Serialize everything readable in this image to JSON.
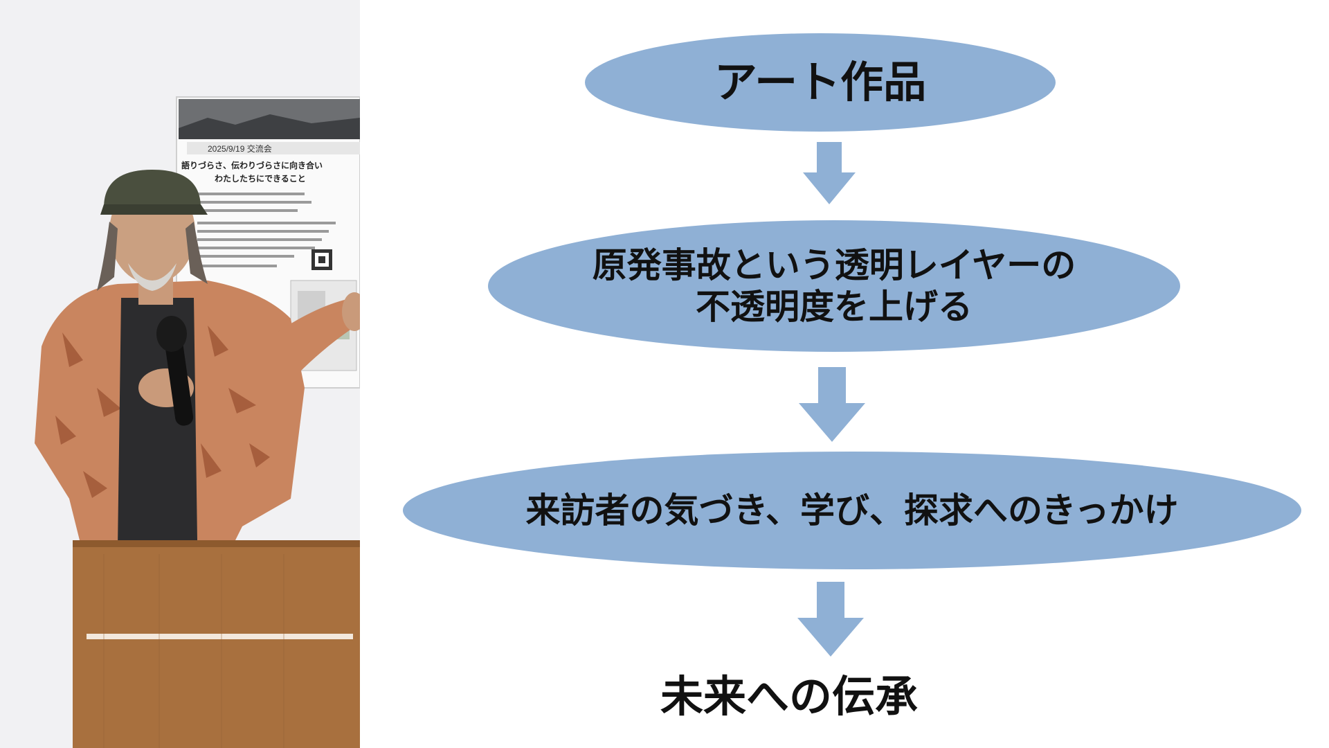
{
  "photo": {
    "poster_date": "2025/9/19 交流会",
    "poster_title_line1": "語りづらさ、伝わりづらさに向き合い",
    "poster_title_line2": "わたしたちにできること"
  },
  "flow": {
    "node1": "アート作品",
    "node2": "原発事故という透明レイヤーの\n不透明度を上げる",
    "node3": "来訪者の気づき、学び、探求へのきっかけ",
    "node4": "未来への伝承"
  },
  "colors": {
    "ellipse_fill": "#8fb0d5",
    "arrow_fill": "#8fb0d5",
    "text": "#111111"
  }
}
